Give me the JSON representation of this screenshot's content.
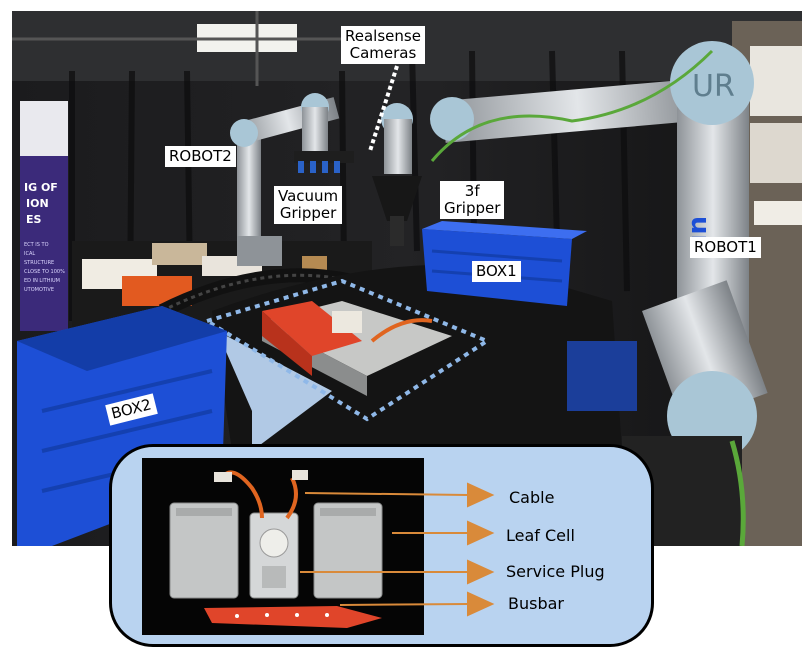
{
  "labels": {
    "realsense": "Realsense\nCameras",
    "robot2": "ROBOT2",
    "vacuum": "Vacuum\nGripper",
    "gripper3f": "3f\nGripper",
    "box1": "BOX1",
    "robot1": "ROBOT1",
    "box2": "BOX2"
  },
  "parts": [
    {
      "label": "Cable"
    },
    {
      "label": "Leaf Cell"
    },
    {
      "label": "Service Plug"
    },
    {
      "label": "Busbar"
    }
  ],
  "colors": {
    "arrow": "#d98a3a",
    "inset_bg": "#b9d3f0",
    "box_blue": "#1d4fd6",
    "busbar": "#e0452a",
    "dotted_region": "#8fb8e8"
  }
}
